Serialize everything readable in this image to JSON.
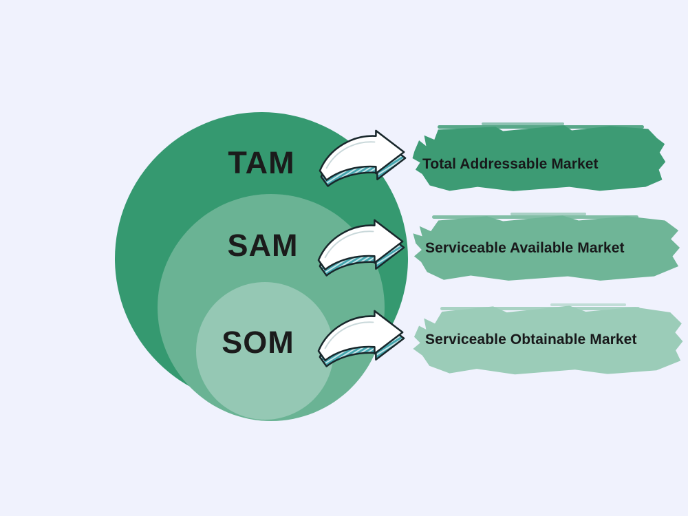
{
  "page": {
    "title": "TAM SAM SOM Market Sizing Diagram",
    "background_color": "#f0f2fd"
  },
  "colors": {
    "tam_circle": "#359970",
    "sam_circle": "#6ab394",
    "som_circle": "#95c8b4",
    "tam_banner": "#3d9b74",
    "sam_banner": "#6fb597",
    "som_banner": "#9bccb8",
    "label_text": "#1b1b1b",
    "arrow_fill": "#ffffff",
    "arrow_outline": "#1b2a2a",
    "arrow_shading": "#2f9faa"
  },
  "diagram": {
    "type": "nested-circles",
    "levels": [
      {
        "abbr": "TAM",
        "full_label": "Total Addressable Market",
        "circle_color": "#359970",
        "banner_color": "#3d9b74",
        "arrow_icon": "curved-arrow-right-icon"
      },
      {
        "abbr": "SAM",
        "full_label": "Serviceable Available Market",
        "circle_color": "#6ab394",
        "banner_color": "#6fb597",
        "arrow_icon": "curved-arrow-right-icon"
      },
      {
        "abbr": "SOM",
        "full_label": "Serviceable Obtainable Market",
        "circle_color": "#95c8b4",
        "banner_color": "#9bccb8",
        "arrow_icon": "curved-arrow-right-icon"
      }
    ]
  }
}
